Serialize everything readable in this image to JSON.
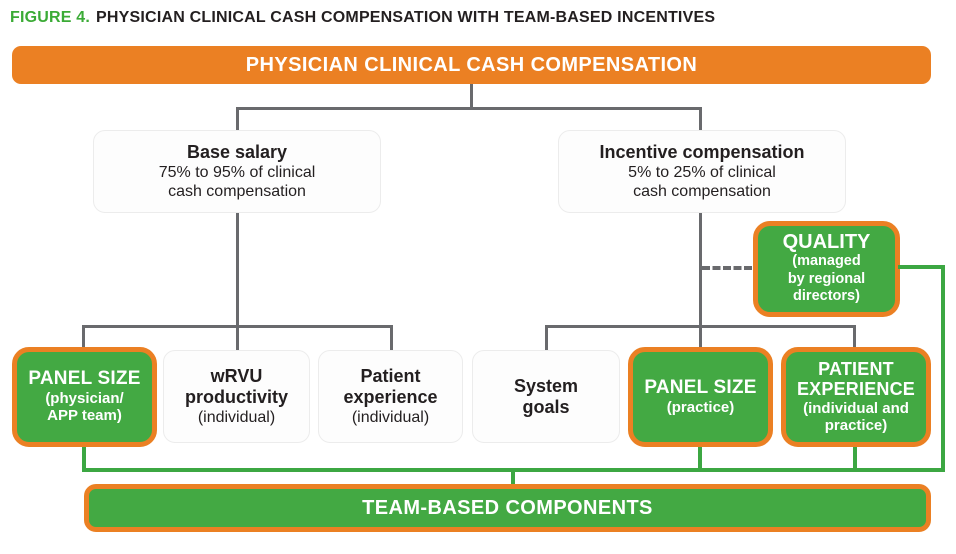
{
  "colors": {
    "orange": "#EB8023",
    "green_fill": "#43A943",
    "green_line": "#3CA742",
    "figure_label_green": "#3BAB36",
    "gray_line": "#696A6D",
    "dark_text": "#231F20"
  },
  "figure_title": {
    "label": "FIGURE 4.",
    "text": "PHYSICIAN CLINICAL CASH COMPENSATION WITH TEAM-BASED INCENTIVES"
  },
  "root": {
    "label": "PHYSICIAN CLINICAL CASH COMPENSATION"
  },
  "branches": {
    "base": {
      "title": "Base salary",
      "subtitle": "75% to 95% of clinical\ncash compensation"
    },
    "incentive": {
      "title": "Incentive compensation",
      "subtitle": "5% to 25% of clinical\ncash compensation"
    }
  },
  "quality": {
    "title": "QUALITY",
    "subtitle": "(managed\nby regional\ndirectors)"
  },
  "leaves": [
    {
      "title": "PANEL SIZE",
      "subtitle": "(physician/\nAPP team)",
      "variant": "green"
    },
    {
      "title": "wRVU\nproductivity",
      "subtitle": "(individual)",
      "variant": "white"
    },
    {
      "title": "Patient\nexperience",
      "subtitle": "(individual)",
      "variant": "white"
    },
    {
      "title": "System\ngoals",
      "subtitle": "",
      "variant": "white"
    },
    {
      "title": "PANEL SIZE",
      "subtitle": "(practice)",
      "variant": "green"
    },
    {
      "title": "PATIENT\nEXPERIENCE",
      "subtitle": "(individual and\npractice)",
      "variant": "green"
    }
  ],
  "footer": {
    "label": "TEAM-BASED COMPONENTS"
  }
}
